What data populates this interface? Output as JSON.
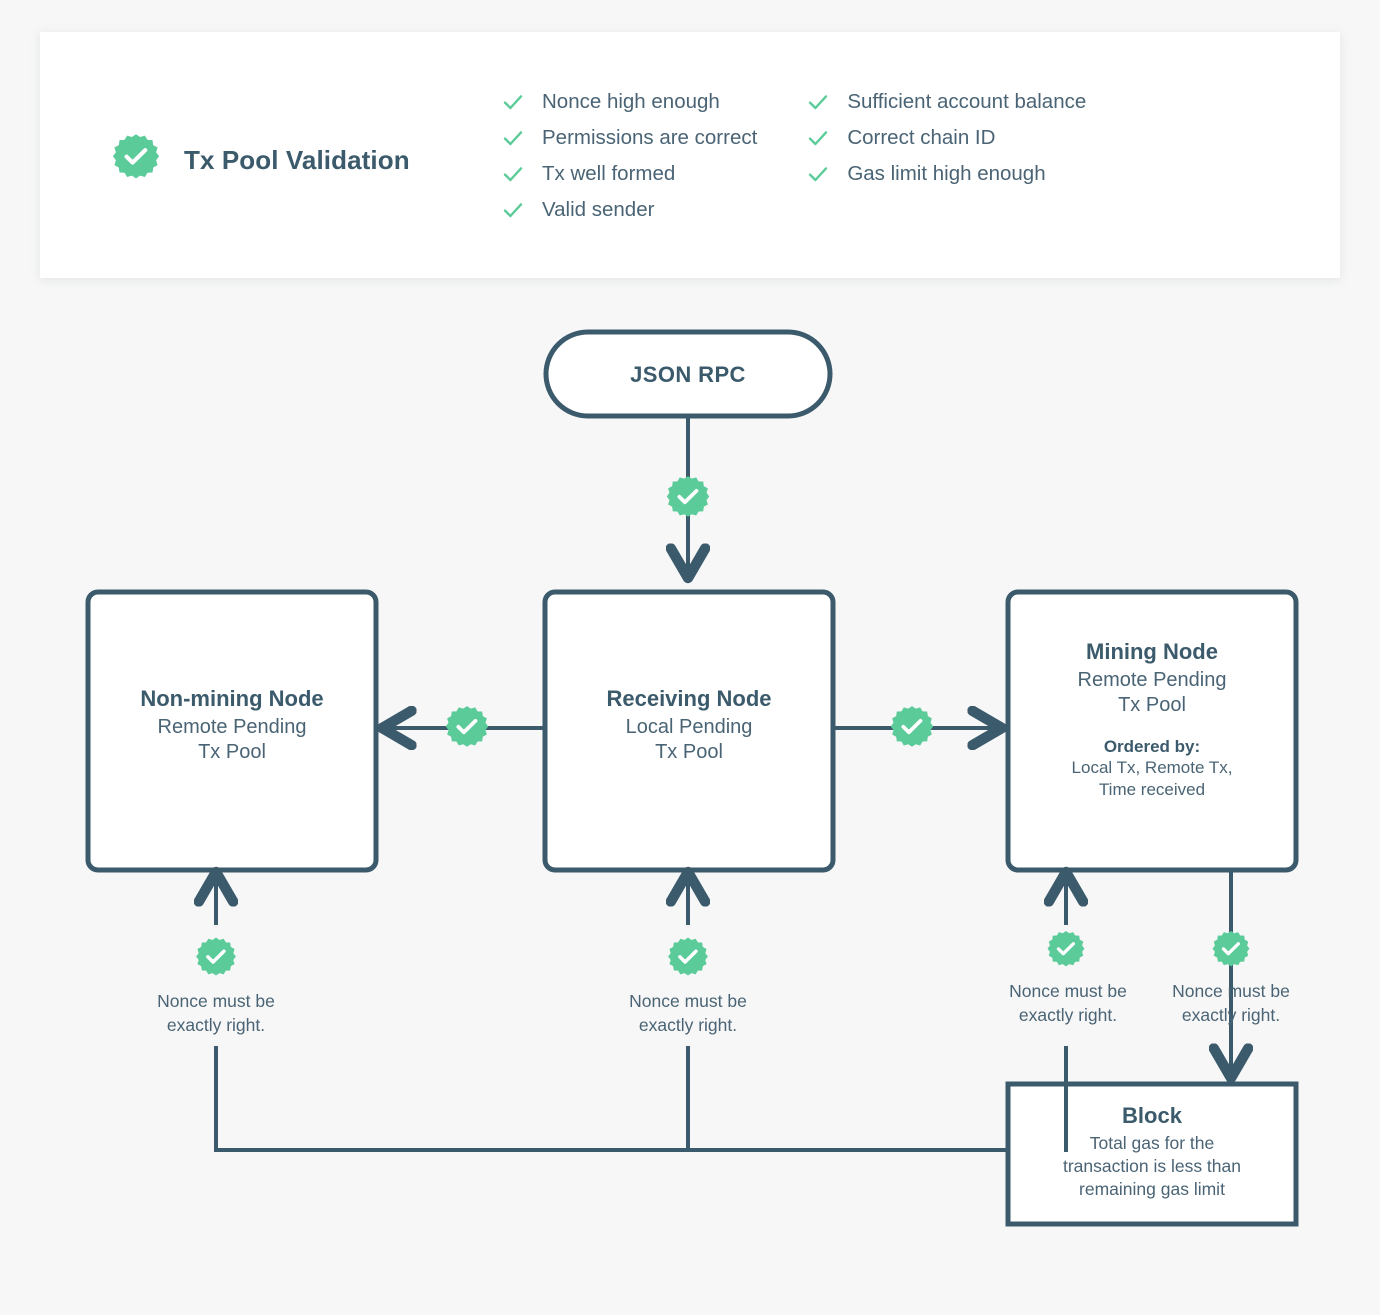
{
  "colors": {
    "background": "#f7f7f7",
    "card": "#ffffff",
    "ink": "#3b5a6b",
    "ink_soft": "#4a6475",
    "stroke": "#3b5a6b",
    "accent_green": "#5ccb9a"
  },
  "header": {
    "badge_icon": "check-badge-icon",
    "title": "Tx Pool Validation",
    "checklist_left": [
      "Nonce high enough",
      "Permissions are correct",
      "Tx well formed",
      "Valid sender"
    ],
    "checklist_right": [
      "Sufficient account balance",
      "Correct chain ID",
      "Gas limit high enough"
    ],
    "check_icon": "check-icon"
  },
  "diagram": {
    "entry": {
      "label": "JSON RPC"
    },
    "nodes": [
      {
        "id": "non-mining-node",
        "title": "Non-mining Node",
        "subtitle": "Remote Pending\nTx Pool"
      },
      {
        "id": "receiving-node",
        "title": "Receiving Node",
        "subtitle": "Local Pending\nTx Pool"
      },
      {
        "id": "mining-node",
        "title": "Mining Node",
        "subtitle": "Remote Pending\nTx Pool",
        "ordered_by_label": "Ordered by:",
        "ordered_by_value": "Local Tx, Remote Tx,\nTime received"
      }
    ],
    "block": {
      "title": "Block",
      "description": "Total gas for the\ntransaction is less than\nremaining gas limit"
    },
    "notes": [
      "Nonce must be\nexactly right.",
      "Nonce must be\nexactly right.",
      "Nonce must be\nexactly right.",
      "Nonce must be\nexactly right."
    ],
    "badge_icon": "check-badge-icon"
  }
}
